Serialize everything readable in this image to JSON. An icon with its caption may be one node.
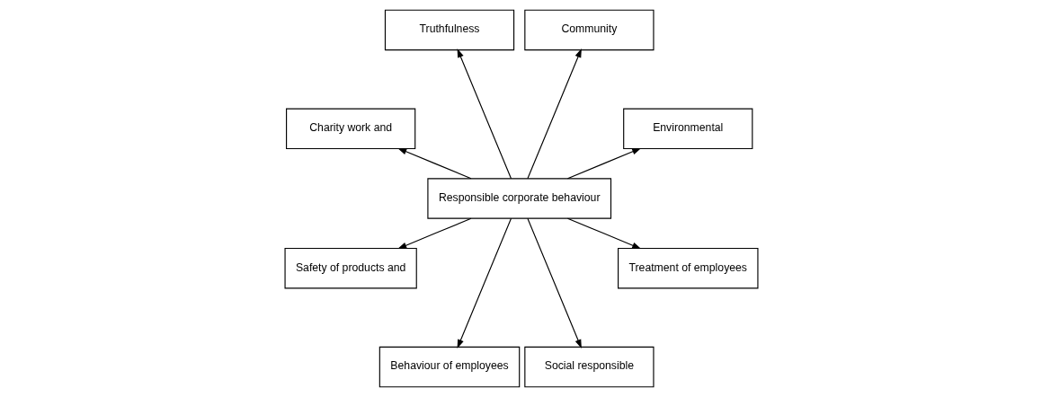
{
  "diagram": {
    "nodes": [
      {
        "text": [
          "Responsible corporate behaviour"
        ]
      },
      {
        "text": [
          "Environmental"
        ]
      },
      {
        "text": [
          "Community"
        ]
      },
      {
        "text": [
          "Truthfulness"
        ]
      },
      {
        "text": [
          "Charity work and"
        ]
      },
      {
        "text": [
          "Safety of products and"
        ]
      },
      {
        "text": [
          "Behaviour of employees"
        ]
      },
      {
        "text": [
          "Social responsible"
        ]
      },
      {
        "text": [
          "Treatment of employees"
        ]
      }
    ],
    "edges": [
      {
        "from": 0,
        "to": 1,
        "arrow": "to"
      },
      {
        "from": 0,
        "to": 2,
        "arrow": "to"
      },
      {
        "from": 0,
        "to": 3,
        "arrow": "to"
      },
      {
        "from": 0,
        "to": 4,
        "arrow": "to"
      },
      {
        "from": 0,
        "to": 5,
        "arrow": "to"
      },
      {
        "from": 0,
        "to": 6,
        "arrow": "to"
      },
      {
        "from": 0,
        "to": 7,
        "arrow": "to"
      },
      {
        "from": 0,
        "to": 8,
        "arrow": "to"
      }
    ]
  }
}
